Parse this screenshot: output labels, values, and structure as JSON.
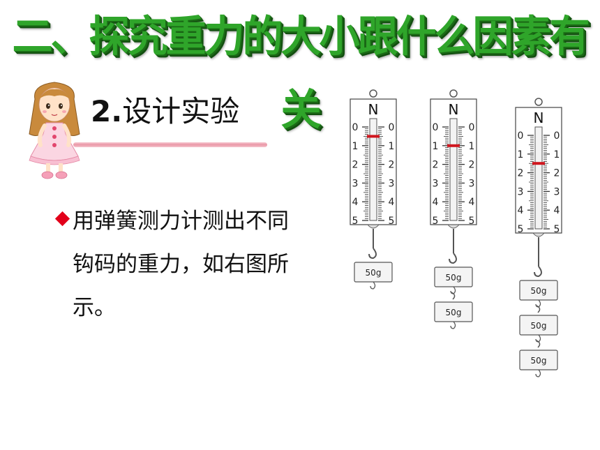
{
  "slide": {
    "title": "二、探究重力的大小跟什么因素有关",
    "section_number": "2.",
    "section_title": "设计实验",
    "bullet_text": "用弹簧测力计测出不同钩码的重力，如右图所示。"
  },
  "apparatus": {
    "unit_label": "N",
    "scale_labels": [
      "0",
      "1",
      "2",
      "3",
      "4",
      "5"
    ],
    "colors": {
      "pointer": "#d0161e",
      "scale_body": "#ffffff",
      "frame": "#555555"
    },
    "meters": [
      {
        "reading_n": 0.5,
        "weights": [
          "50g"
        ]
      },
      {
        "reading_n": 1.0,
        "weights": [
          "50g",
          "50g"
        ]
      },
      {
        "reading_n": 1.5,
        "weights": [
          "50g",
          "50g",
          "50g"
        ]
      }
    ]
  },
  "colors": {
    "title": "#2fa52a",
    "bullet": "#e2001a",
    "underline": "#ea97a6"
  }
}
